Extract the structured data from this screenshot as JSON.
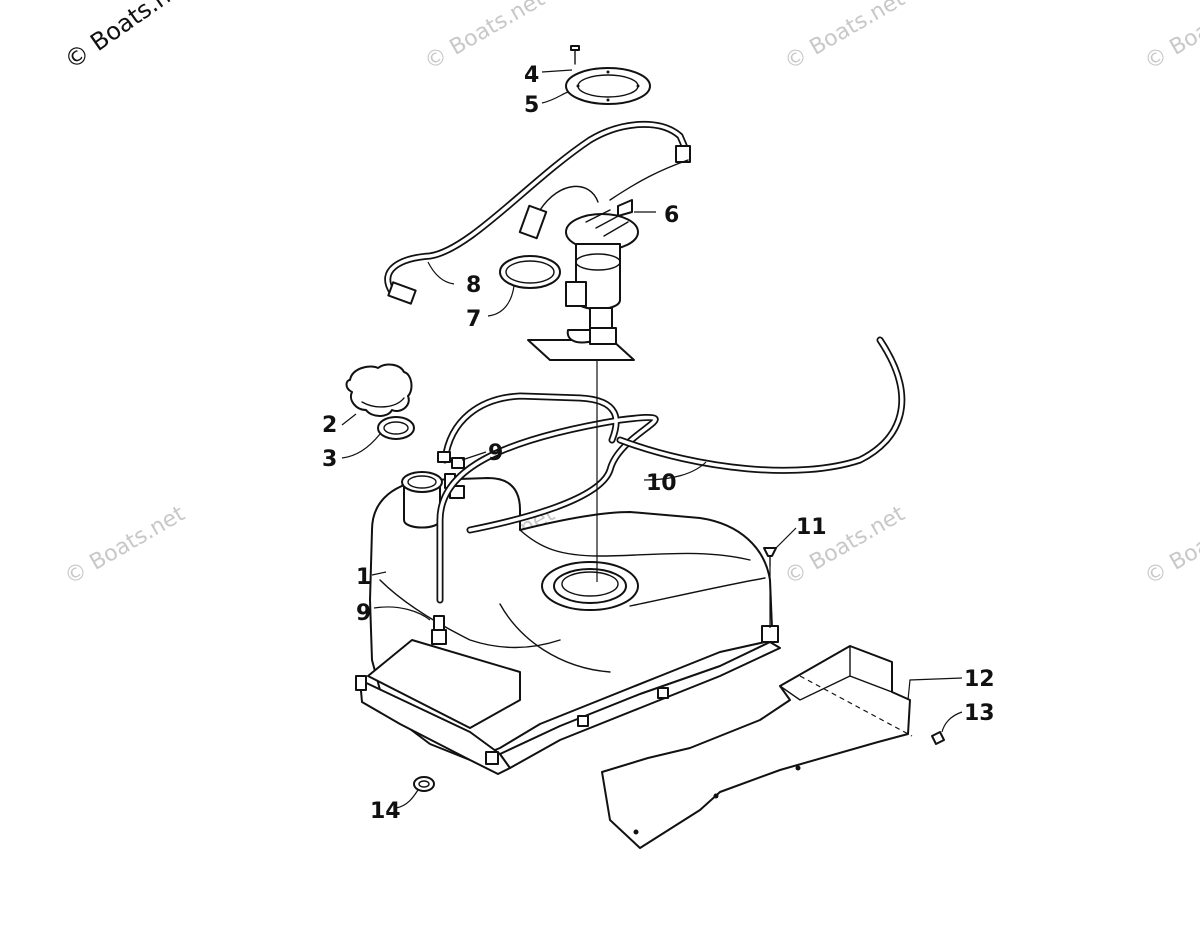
{
  "watermark": {
    "text": "© Boats.net",
    "text_top_left": "© Boats.ne"
  },
  "callouts": [
    "1",
    "2",
    "3",
    "4",
    "5",
    "6",
    "7",
    "8",
    "9",
    "9",
    "10",
    "11",
    "12",
    "13",
    "14"
  ],
  "colors": {
    "line": "#111111",
    "background": "#ffffff",
    "watermark": "#c8c8c8"
  }
}
